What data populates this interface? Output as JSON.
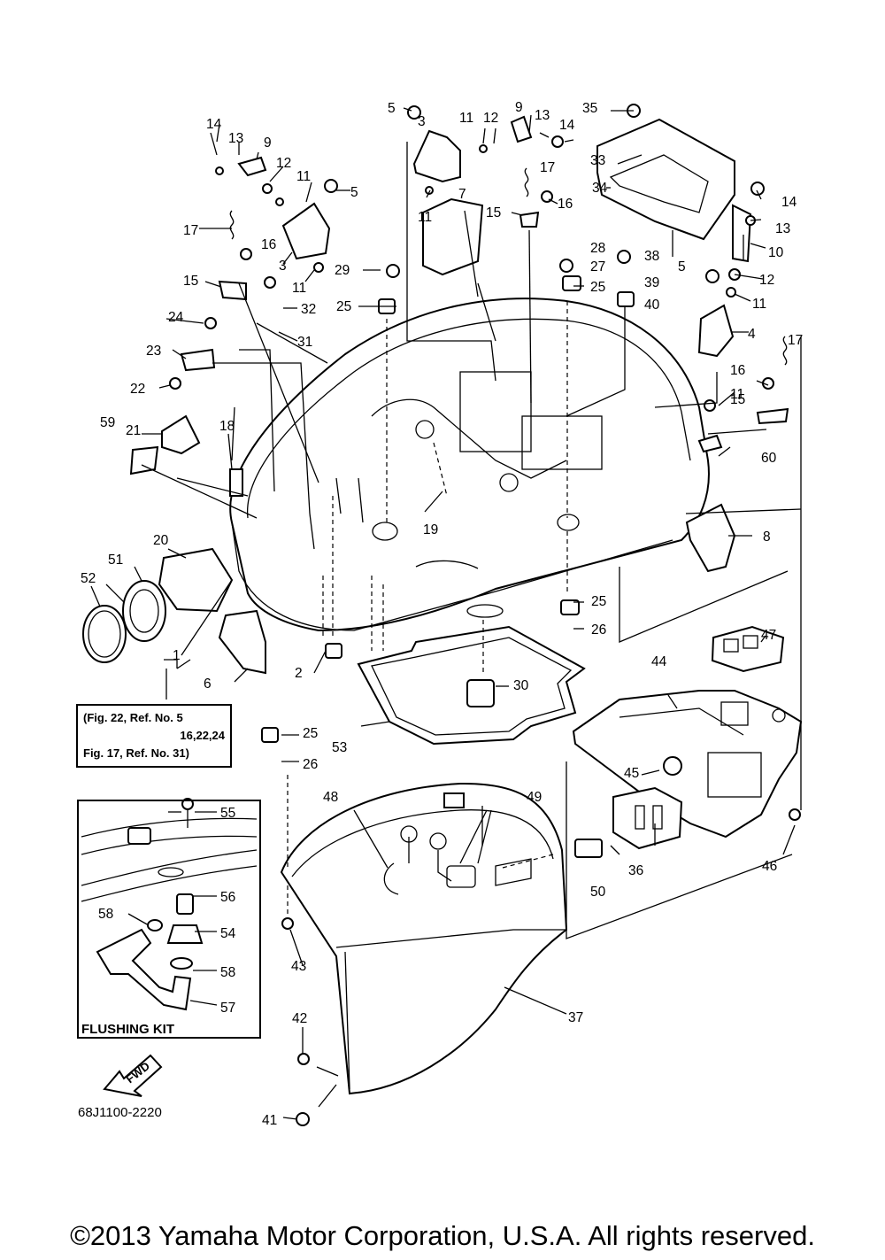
{
  "diagram_code": "68J1100-2220",
  "copyright": "©2013 Yamaha Motor Corporation, U.S.A. All rights reserved.",
  "flushing_kit_title": "FLUSHING KIT",
  "fwd_label": "FWD",
  "reference_note": {
    "line1": "(Fig. 22, Ref. No. 5",
    "line2": "16,22,24",
    "line3": "Fig. 17, Ref. No. 31)"
  },
  "callouts": {
    "c1": "1",
    "c2": "2",
    "c3a": "3",
    "c3b": "3",
    "c4": "4",
    "c5a": "5",
    "c5b": "5",
    "c5c": "5",
    "c6": "6",
    "c7": "7",
    "c8": "8",
    "c9a": "9",
    "c9b": "9",
    "c10": "10",
    "c11a": "11",
    "c11b": "11",
    "c11c": "11",
    "c11d": "11",
    "c11e": "11",
    "c11f": "11",
    "c12a": "12",
    "c12b": "12",
    "c12c": "12",
    "c13a": "13",
    "c13b": "13",
    "c13c": "13",
    "c14a": "14",
    "c14b": "14",
    "c14c": "14",
    "c15a": "15",
    "c15b": "15",
    "c15c": "15",
    "c16a": "16",
    "c16b": "16",
    "c16c": "16",
    "c17a": "17",
    "c17b": "17",
    "c17c": "17",
    "c18": "18",
    "c19": "19",
    "c20": "20",
    "c21": "21",
    "c22": "22",
    "c23": "23",
    "c24": "24",
    "c25a": "25",
    "c25b": "25",
    "c25c": "25",
    "c25d": "25",
    "c26a": "26",
    "c26b": "26",
    "c27": "27",
    "c28": "28",
    "c29": "29",
    "c30": "30",
    "c31": "31",
    "c32": "32",
    "c33": "33",
    "c34": "34",
    "c35": "35",
    "c36": "36",
    "c37": "37",
    "c38": "38",
    "c39": "39",
    "c40": "40",
    "c41": "41",
    "c42": "42",
    "c43": "43",
    "c44": "44",
    "c45": "45",
    "c46": "46",
    "c47": "47",
    "c48": "48",
    "c49": "49",
    "c50": "50",
    "c51": "51",
    "c52": "52",
    "c53": "53",
    "c54": "54",
    "c55": "55",
    "c56": "56",
    "c57": "57",
    "c58a": "58",
    "c58b": "58",
    "c59": "59",
    "c60": "60"
  }
}
